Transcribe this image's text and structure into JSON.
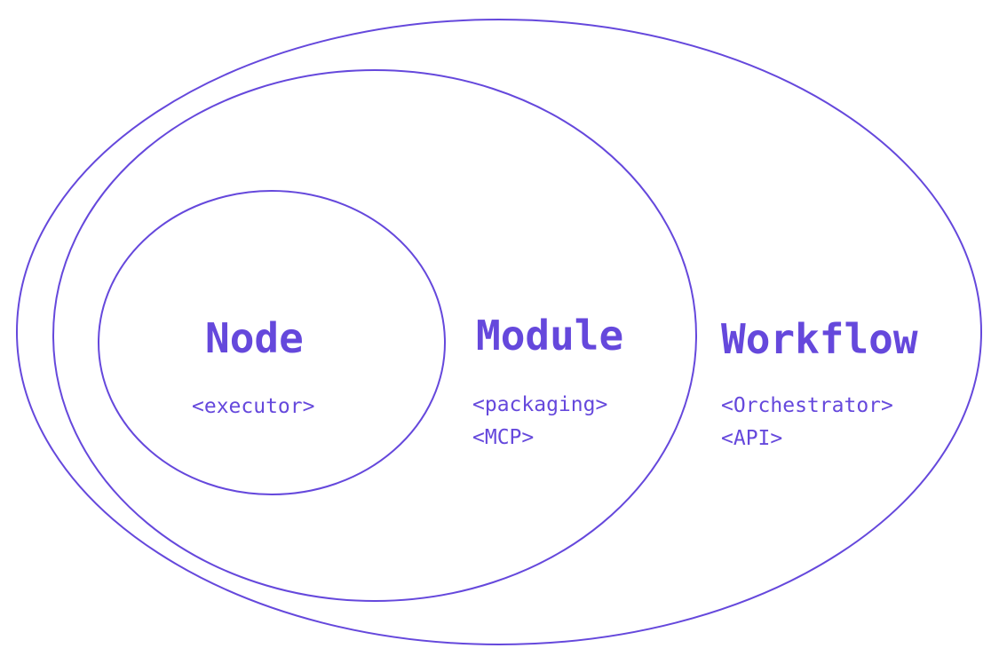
{
  "colors": {
    "stroke": "#6548DC",
    "text": "#6548DC",
    "background": "#FFFFFF"
  },
  "workflow": {
    "title": "Workflow",
    "lines": [
      "<Orchestrator>",
      "<API>"
    ]
  },
  "module": {
    "title": "Module",
    "lines": [
      "<packaging>",
      "<MCP>"
    ]
  },
  "node": {
    "title": "Node",
    "lines": [
      "<executor>"
    ]
  }
}
